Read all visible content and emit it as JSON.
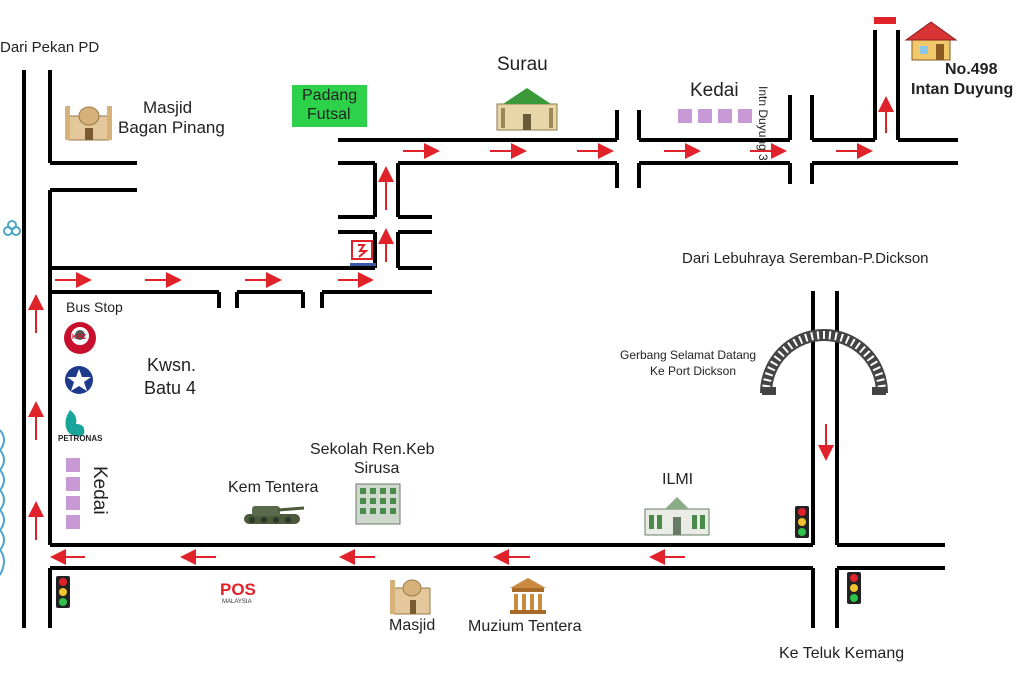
{
  "labels": {
    "dari_pekan_pd": "Dari Pekan PD",
    "masjid_bagan_pinang_1": "Masjid",
    "masjid_bagan_pinang_2": "Bagan Pinang",
    "padang_futsal_1": "Padang",
    "padang_futsal_2": "Futsal",
    "surau": "Surau",
    "kedai_top": "Kedai",
    "intan_duyung_3": "Intn Duyung 3",
    "no498": "No.498",
    "intan_duyung": "Intan Duyung",
    "dari_lebuhraya": "Dari Lebuhraya Seremban-P.Dickson",
    "bus_stop": "Bus Stop",
    "kwsn_1": "Kwsn.",
    "kwsn_2": "Batu 4",
    "gerbang_1": "Gerbang Selamat Datang",
    "gerbang_2": "Ke Port Dickson",
    "petronas": "PETRONAS",
    "kedai_left": "Kedai",
    "sekolah_1": "Sekolah Ren.Keb",
    "sekolah_2": "Sirusa",
    "kem_tentera": "Kem Tentera",
    "ilmi": "ILMI",
    "pos": "POS",
    "pos_sub": "MALAYSIA",
    "masjid_bottom": "Masjid",
    "muzium": "Muzium Tentera",
    "ke_teluk_kemang": "Ke Teluk Kemang",
    "kfc": "KFC"
  },
  "colors": {
    "road": "#000000",
    "arrow": "#e0222a",
    "futsal_green": "#2ed24a",
    "kedai_purple": "#c79ad6",
    "house_red": "#d93434",
    "petronas_teal": "#1aa59a"
  },
  "icons": [
    "mosque-icon",
    "building-icon",
    "house-icon",
    "kfc-logo",
    "star-logo",
    "petronas-logo",
    "tank-icon",
    "school-icon",
    "museum-icon",
    "traffic-light-icon",
    "gate-arch-icon",
    "pos-logo",
    "fuel-station-icon"
  ]
}
